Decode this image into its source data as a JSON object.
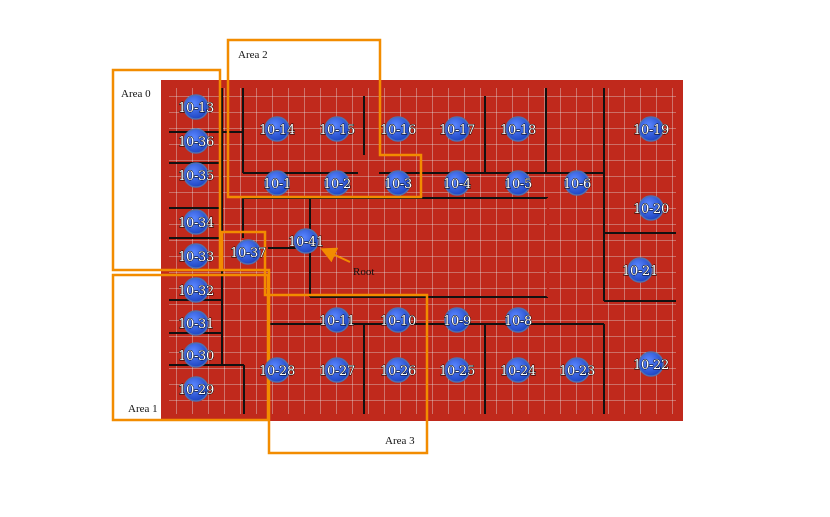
{
  "colors": {
    "outer_wall": "#c0291c",
    "inner_wall": "#111111",
    "grid": "#e2e2e2",
    "floor": "#ffffff",
    "area_outline": "#f28c00",
    "node_fill": "#2a57d8",
    "node_stroke": "#4f6fb0",
    "root_arrow": "#f28c00"
  },
  "areas": [
    {
      "id": "area-0",
      "label": "Area 0"
    },
    {
      "id": "area-1",
      "label": "Area 1"
    },
    {
      "id": "area-2",
      "label": "Area 2"
    },
    {
      "id": "area-3",
      "label": "Area 3"
    }
  ],
  "root": {
    "label": "Root",
    "node": "10-41"
  },
  "nodes": [
    {
      "label": "10-13"
    },
    {
      "label": "10-36"
    },
    {
      "label": "10-35"
    },
    {
      "label": "10-34"
    },
    {
      "label": "10-33"
    },
    {
      "label": "10-32"
    },
    {
      "label": "10-31"
    },
    {
      "label": "10-30"
    },
    {
      "label": "10-29"
    },
    {
      "label": "10-37"
    },
    {
      "label": "10-41"
    },
    {
      "label": "10-14"
    },
    {
      "label": "10-15"
    },
    {
      "label": "10-16"
    },
    {
      "label": "10-17"
    },
    {
      "label": "10-18"
    },
    {
      "label": "10-19"
    },
    {
      "label": "10-1"
    },
    {
      "label": "10-2"
    },
    {
      "label": "10-3"
    },
    {
      "label": "10-4"
    },
    {
      "label": "10-5"
    },
    {
      "label": "10-6"
    },
    {
      "label": "10-20"
    },
    {
      "label": "10-21"
    },
    {
      "label": "10-22"
    },
    {
      "label": "10-11"
    },
    {
      "label": "10-10"
    },
    {
      "label": "10-9"
    },
    {
      "label": "10-8"
    },
    {
      "label": "10-28"
    },
    {
      "label": "10-27"
    },
    {
      "label": "10-26"
    },
    {
      "label": "10-25"
    },
    {
      "label": "10-24"
    },
    {
      "label": "10-23"
    }
  ]
}
